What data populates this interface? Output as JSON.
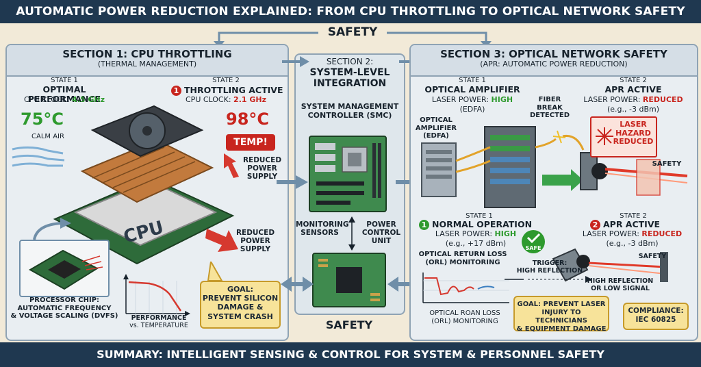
{
  "title": "AUTOMATIC POWER REDUCTION EXPLAINED: FROM CPU THROTTLING TO OPTICAL NETWORK SAFETY",
  "safety_top": "SAFETY",
  "safety_bottom": "SAFETY",
  "summary": "SUMMARY: INTELLIGENT SENSING & CONTROL FOR SYSTEM & PERSONNEL SAFETY",
  "section1": {
    "title": "SECTION 1: CPU THROTTLING",
    "subtitle": "(THERMAL MANAGEMENT)",
    "state1": {
      "label": "STATE 1",
      "name": "OPTIMAL PERFORMANCE",
      "clock_label": "CPU CLOCK:",
      "clock_value": "4.5 GHz",
      "temp": "75°C",
      "air": "CALM AIR"
    },
    "state2": {
      "label": "STATE 2",
      "num": "1",
      "name": "THROTTLING ACTIVE",
      "clock_label": "CPU CLOCK:",
      "clock_value": "2.1 GHz",
      "temp": "98°C",
      "temp_tag": "TEMP!"
    },
    "cpu_label": "CPU",
    "reduced_power_1": [
      "REDUCED",
      "POWER",
      "SUPPLY"
    ],
    "reduced_power_2": [
      "REDUCED",
      "POWER",
      "SUPPLY"
    ],
    "chip_caption": [
      "PROCESSOR CHIP:",
      "AUTOMATIC FREQUENCY",
      "& VOLTAGE SCALING (DVFS)"
    ],
    "graph_caption": [
      "PERFORMANCE",
      "vs. TEMPERATURE"
    ],
    "goal": [
      "GOAL:",
      "PREVENT SILICON",
      "DAMAGE &",
      "SYSTEM CRASH"
    ]
  },
  "section2": {
    "title_small": "SECTION 2:",
    "title": [
      "SYSTEM-LEVEL",
      "INTEGRATION"
    ],
    "smc": [
      "SYSTEM MANAGEMENT",
      "CONTROLLER (SMC)"
    ],
    "monitoring": [
      "MONITORING",
      "SENSORS"
    ],
    "power_unit": [
      "POWER",
      "CONTROL",
      "UNIT"
    ]
  },
  "section3": {
    "title": "SECTION 3: OPTICAL NETWORK SAFETY",
    "subtitle": "(APR: AUTOMATIC POWER REDUCTION)",
    "top_state1": {
      "label": "STATE 1",
      "name": "OPTICAL AMPLIFIER",
      "power_label": "LASER POWER:",
      "power_value": "HIGH",
      "device": "(EDFA)"
    },
    "top_state2": {
      "label": "STATE 2",
      "name": "APR ACTIVE",
      "power_label": "LASER POWER:",
      "power_value": "REDUCED",
      "example": "(e.g., -3 dBm)"
    },
    "amp_label": [
      "OPTICAL",
      "AMPLIFIER",
      "(EDFA)"
    ],
    "fiber_break": [
      "FIBER",
      "BREAK",
      "DETECTED"
    ],
    "laser_hazard": [
      "LASER",
      "HAZARD",
      "REDUCED"
    ],
    "safety_sign": "SAFETY",
    "bot_state1": {
      "label": "STATE 1",
      "num": "1",
      "name": "NORMAL OPERATION",
      "power_label": "LASER POWER:",
      "power_value": "HIGH",
      "example": "(e.g., +17 dBm)",
      "safe": "SAFE"
    },
    "bot_state2": {
      "label": "STATE 2",
      "num": "2",
      "name": "APR ACTIVE",
      "power_label": "LASER POWER:",
      "power_value": "REDUCED",
      "example": "(e.g., -3 dBm)"
    },
    "safety_sign2": "SAFETY",
    "orl_top": [
      "OPTICAL RETURN LOSS",
      "(ORL) MONITORING"
    ],
    "orl_bottom": [
      "OPTICAL ROAN LOSS",
      "(ORL) MONITORING"
    ],
    "trigger": [
      "TRIGGER:",
      "HIGH REFLECTION"
    ],
    "high_reflection": [
      "HIGH REFLECTION",
      "OR LOW SIGNAL"
    ],
    "goal": [
      "GOAL: PREVENT LASER",
      "INJURY TO TECHNICIANS",
      "& EQUIPMENT DAMAGE"
    ],
    "compliance": [
      "COMPLIANCE:",
      "IEC 60825"
    ]
  },
  "colors": {
    "navy": "#1f3850",
    "green": "#2e9a2e",
    "red": "#c8251e",
    "goal_fill": "#f7e39a",
    "arrow_blue": "#6f8ea8"
  }
}
